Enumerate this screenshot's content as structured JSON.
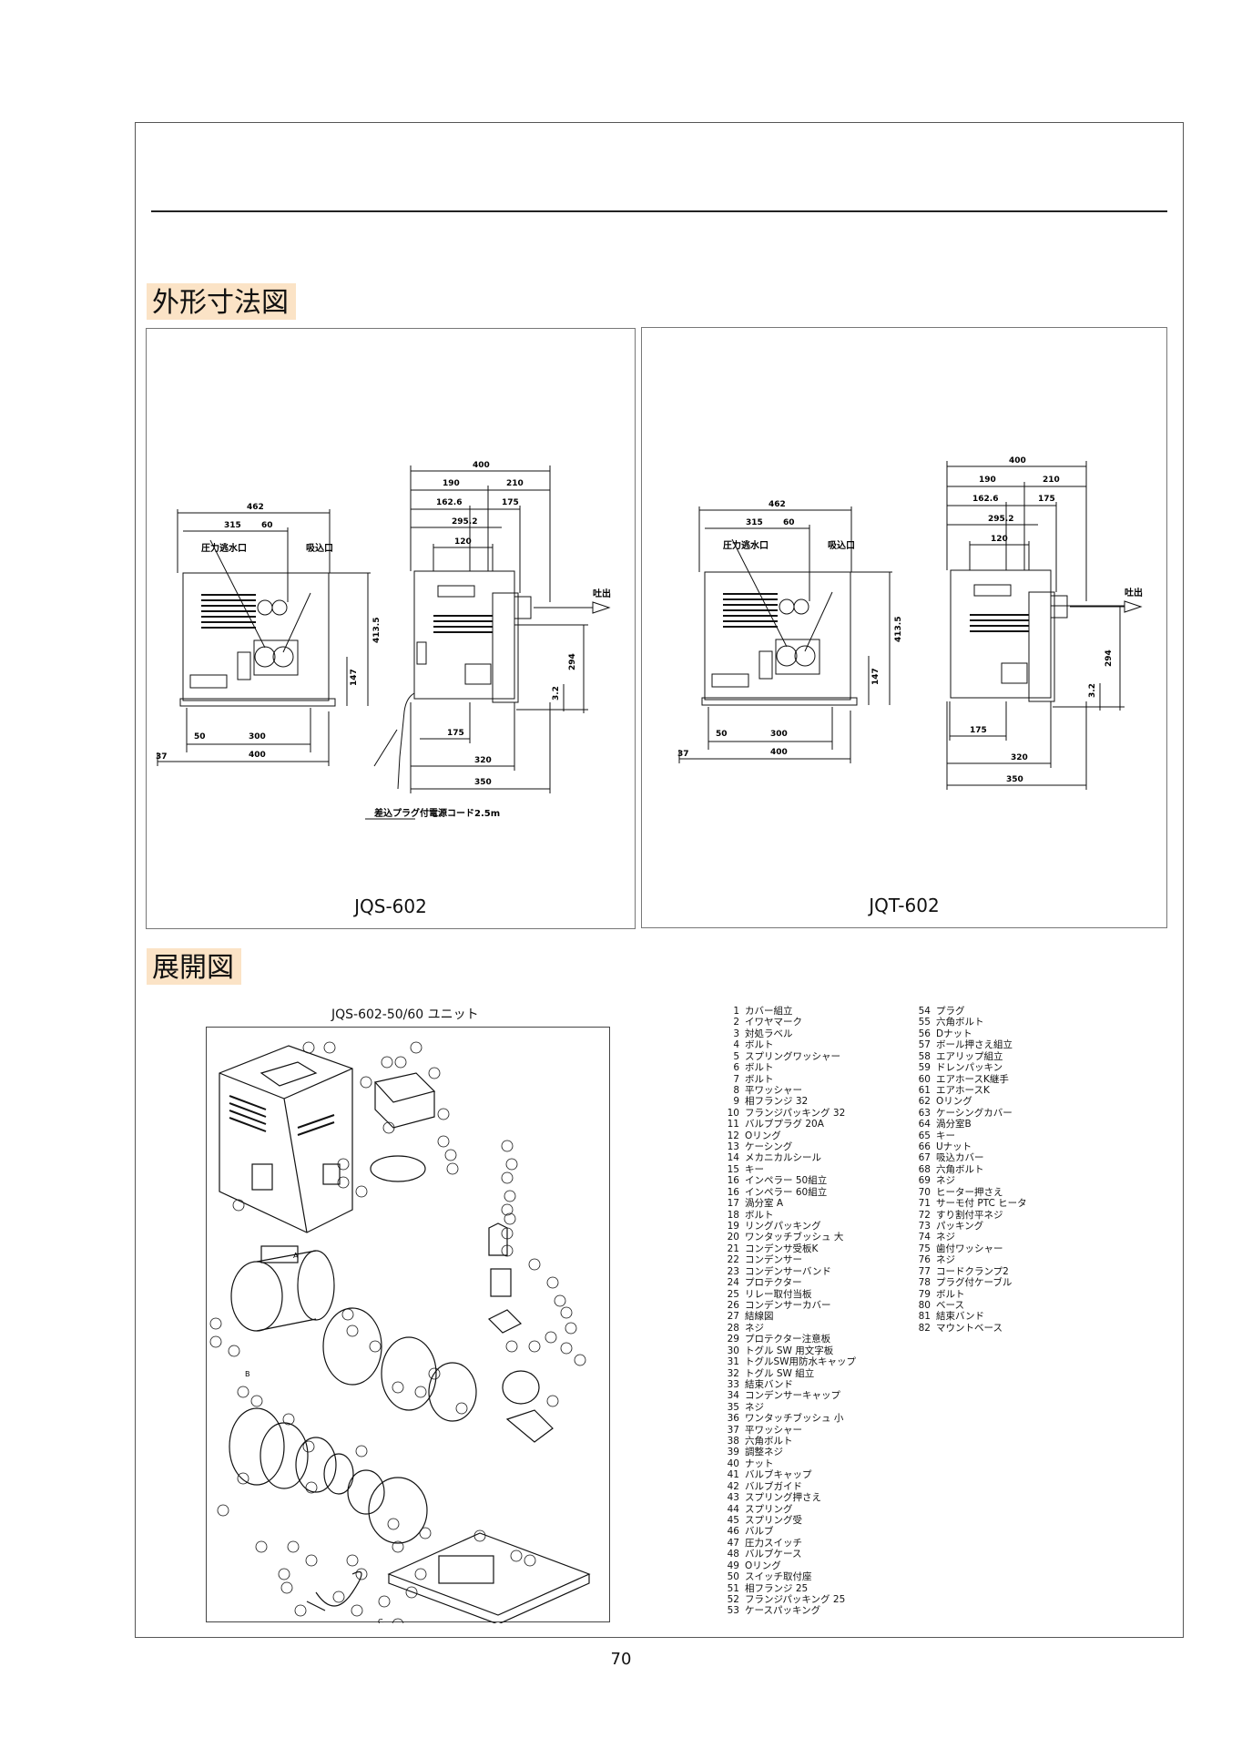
{
  "sections": {
    "outline_title": "外形寸法図",
    "exploded_title": "展開図"
  },
  "drawings": {
    "left_model": "JQS-602",
    "right_model": "JQT-602",
    "dims": {
      "d462": "462",
      "d315": "315",
      "d60": "60",
      "d37": "37",
      "d50": "50",
      "d300": "300",
      "d400": "400",
      "d4135": "413.5",
      "d147": "147",
      "d190": "190",
      "d210": "210",
      "d1626": "162.6",
      "d175": "175",
      "d2952": "295.2",
      "d120": "120",
      "d294": "294",
      "d32": "3.2",
      "d320": "320",
      "d350": "350"
    },
    "labels": {
      "pressure_drain": "圧力逃水口",
      "suction": "吸込口",
      "discharge": "吐出",
      "power_cord": "差込プラグ付電源コード2.5m"
    },
    "callout_letters": {
      "a": "A",
      "b": "B",
      "c": "C"
    }
  },
  "exploded": {
    "unit_title": "JQS-602-50/60 ユニット"
  },
  "parts_col1": [
    {
      "n": "1",
      "t": "カバー組立"
    },
    {
      "n": "2",
      "t": "イワヤマーク"
    },
    {
      "n": "3",
      "t": "対処ラベル"
    },
    {
      "n": "4",
      "t": "ボルト"
    },
    {
      "n": "5",
      "t": "スプリングワッシャー"
    },
    {
      "n": "6",
      "t": "ボルト"
    },
    {
      "n": "7",
      "t": "ボルト"
    },
    {
      "n": "8",
      "t": "平ワッシャー"
    },
    {
      "n": "9",
      "t": "相フランジ 32"
    },
    {
      "n": "10",
      "t": "フランジパッキング 32"
    },
    {
      "n": "11",
      "t": "バルブプラグ 20A"
    },
    {
      "n": "12",
      "t": "Oリング"
    },
    {
      "n": "13",
      "t": "ケーシング"
    },
    {
      "n": "14",
      "t": "メカニカルシール"
    },
    {
      "n": "15",
      "t": "キー"
    },
    {
      "n": "16",
      "t": "インペラー 50組立"
    },
    {
      "n": "16",
      "t": "インペラー 60組立"
    },
    {
      "n": "17",
      "t": "渦分室 A"
    },
    {
      "n": "18",
      "t": "ボルト"
    },
    {
      "n": "19",
      "t": "リングパッキング"
    },
    {
      "n": "20",
      "t": "ワンタッチブッシュ 大"
    },
    {
      "n": "21",
      "t": "コンデンサ受板K"
    },
    {
      "n": "22",
      "t": "コンデンサー"
    },
    {
      "n": "23",
      "t": "コンデンサーバンド"
    },
    {
      "n": "24",
      "t": "プロテクター"
    },
    {
      "n": "25",
      "t": "リレー取付当板"
    },
    {
      "n": "26",
      "t": "コンデンサーカバー"
    },
    {
      "n": "27",
      "t": "結線図"
    },
    {
      "n": "28",
      "t": "ネジ"
    },
    {
      "n": "29",
      "t": "プロテクター注意板"
    },
    {
      "n": "30",
      "t": "トグル SW 用文字板"
    },
    {
      "n": "31",
      "t": "トグルSW用防水キャップ"
    },
    {
      "n": "32",
      "t": "トグル SW 組立"
    },
    {
      "n": "33",
      "t": "結束バンド"
    },
    {
      "n": "34",
      "t": "コンデンサーキャップ"
    },
    {
      "n": "35",
      "t": "ネジ"
    },
    {
      "n": "36",
      "t": "ワンタッチブッシュ 小"
    },
    {
      "n": "37",
      "t": "平ワッシャー"
    },
    {
      "n": "38",
      "t": "六角ボルト"
    },
    {
      "n": "39",
      "t": "調整ネジ"
    },
    {
      "n": "40",
      "t": "ナット"
    },
    {
      "n": "41",
      "t": "バルブキャップ"
    },
    {
      "n": "42",
      "t": "バルブガイド"
    },
    {
      "n": "43",
      "t": "スプリング押さえ"
    },
    {
      "n": "44",
      "t": "スプリング"
    },
    {
      "n": "45",
      "t": "スプリング受"
    },
    {
      "n": "46",
      "t": "バルブ"
    },
    {
      "n": "47",
      "t": "圧力スイッチ"
    },
    {
      "n": "48",
      "t": "バルブケース"
    },
    {
      "n": "49",
      "t": "Oリング"
    },
    {
      "n": "50",
      "t": "スイッチ取付座"
    },
    {
      "n": "51",
      "t": "相フランジ 25"
    },
    {
      "n": "52",
      "t": "フランジパッキング 25"
    },
    {
      "n": "53",
      "t": "ケースパッキング"
    }
  ],
  "parts_col2": [
    {
      "n": "54",
      "t": "プラグ"
    },
    {
      "n": "55",
      "t": "六角ボルト"
    },
    {
      "n": "56",
      "t": "Dナット"
    },
    {
      "n": "57",
      "t": "ボール押さえ組立"
    },
    {
      "n": "58",
      "t": "エアリップ組立"
    },
    {
      "n": "59",
      "t": "ドレンパッキン"
    },
    {
      "n": "60",
      "t": "エアホースK継手"
    },
    {
      "n": "61",
      "t": "エアホースK"
    },
    {
      "n": "62",
      "t": "Oリング"
    },
    {
      "n": "63",
      "t": "ケーシングカバー"
    },
    {
      "n": "64",
      "t": "渦分室B"
    },
    {
      "n": "65",
      "t": "キー"
    },
    {
      "n": "66",
      "t": "Uナット"
    },
    {
      "n": "67",
      "t": "吸込カバー"
    },
    {
      "n": "68",
      "t": "六角ボルト"
    },
    {
      "n": "69",
      "t": "ネジ"
    },
    {
      "n": "70",
      "t": "ヒーター押さえ"
    },
    {
      "n": "71",
      "t": "サーモ付 PTC ヒータ"
    },
    {
      "n": "72",
      "t": "すり割付平ネジ"
    },
    {
      "n": "73",
      "t": "パッキング"
    },
    {
      "n": "74",
      "t": "ネジ"
    },
    {
      "n": "75",
      "t": "歯付ワッシャー"
    },
    {
      "n": "76",
      "t": "ネジ"
    },
    {
      "n": "77",
      "t": "コードクランプ2"
    },
    {
      "n": "78",
      "t": "プラグ付ケーブル"
    },
    {
      "n": "79",
      "t": "ボルト"
    },
    {
      "n": "80",
      "t": "ベース"
    },
    {
      "n": "81",
      "t": "結束バンド"
    },
    {
      "n": "82",
      "t": "マウントベース"
    }
  ],
  "page_number": "70"
}
